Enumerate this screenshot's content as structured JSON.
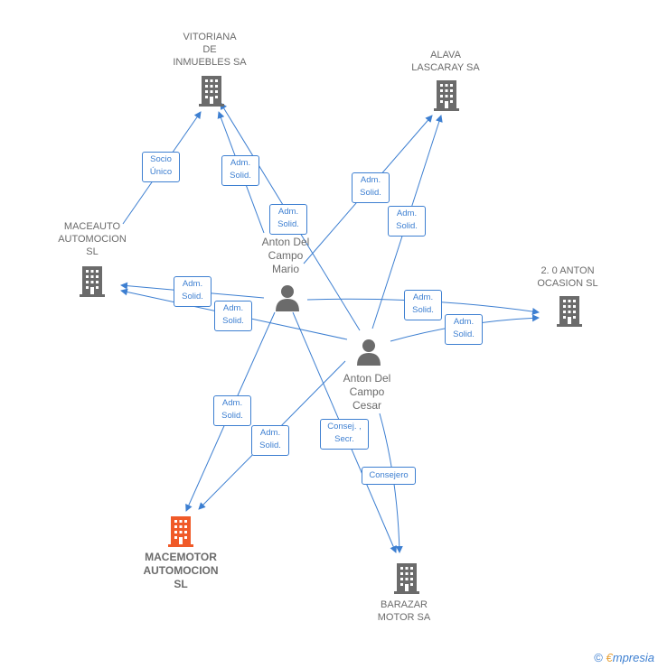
{
  "companies": {
    "vitoriana": {
      "label": "VITORIANA\nDE\nINMUEBLES SA",
      "color": "#6b6b6b"
    },
    "alava": {
      "label": "ALAVA\nLASCARAY SA",
      "color": "#6b6b6b"
    },
    "maceauto": {
      "label": "MACEAUTO\nAUTOMOCION\nSL",
      "color": "#6b6b6b"
    },
    "anton_ocasion": {
      "label": "2. 0 ANTON\nOCASION  SL",
      "color": "#6b6b6b"
    },
    "macemotor": {
      "label": "MACEMOTOR\nAUTOMOCION\nSL",
      "color": "#f05a28"
    },
    "barazar": {
      "label": "BARAZAR\nMOTOR SA",
      "color": "#6b6b6b"
    }
  },
  "persons": {
    "mario": {
      "label": "Anton Del\nCampo\nMario"
    },
    "cesar": {
      "label": "Anton Del\nCampo\nCesar"
    }
  },
  "relations": {
    "r1": "Socio\nÚnico",
    "r2": "Adm.\nSolid.",
    "r3": "Adm.\nSolid.",
    "r4": "Adm.\nSolid.",
    "r5": "Adm.\nSolid.",
    "r6": "Adm.\nSolid.",
    "r7": "Adm.\nSolid.",
    "r8": "Adm.\nSolid.",
    "r9": "Adm.\nSolid.",
    "r10": "Adm.\nSolid.",
    "r11": "Adm.\nSolid.",
    "r12": "Consej. ,\nSecr.",
    "r13": "Consejero"
  },
  "colors": {
    "link": "#3d7fd1",
    "building": "#6b6b6b",
    "focus": "#f05a28",
    "person": "#6b6b6b"
  },
  "footer": {
    "copyright": "©",
    "brand_first": "€",
    "brand_rest": "mpresia"
  }
}
